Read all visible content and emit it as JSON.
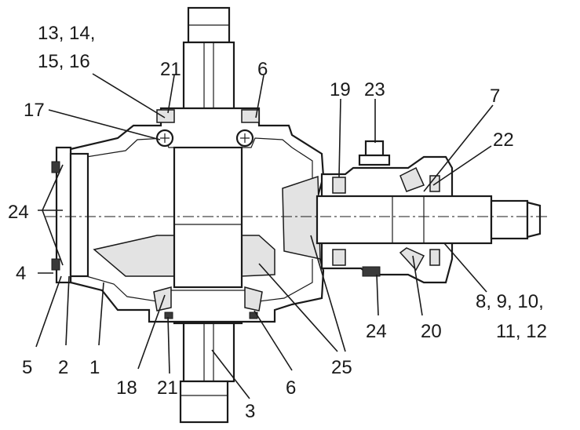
{
  "labels": {
    "l13_14": "13, 14,",
    "l15_16": "15, 16",
    "l21_top": "21",
    "l6_top": "6",
    "l19": "19",
    "l23": "23",
    "l7": "7",
    "l22": "22",
    "l17": "17",
    "l24_left": "24",
    "l4": "4",
    "l8_9_10": "8, 9, 10,",
    "l11_12": "11, 12",
    "l24_bottom": "24",
    "l20": "20",
    "l25": "25",
    "l5": "5",
    "l2": "2",
    "l1": "1",
    "l18": "18",
    "l21_bottom": "21",
    "l6_bottom": "6",
    "l3": "3"
  }
}
